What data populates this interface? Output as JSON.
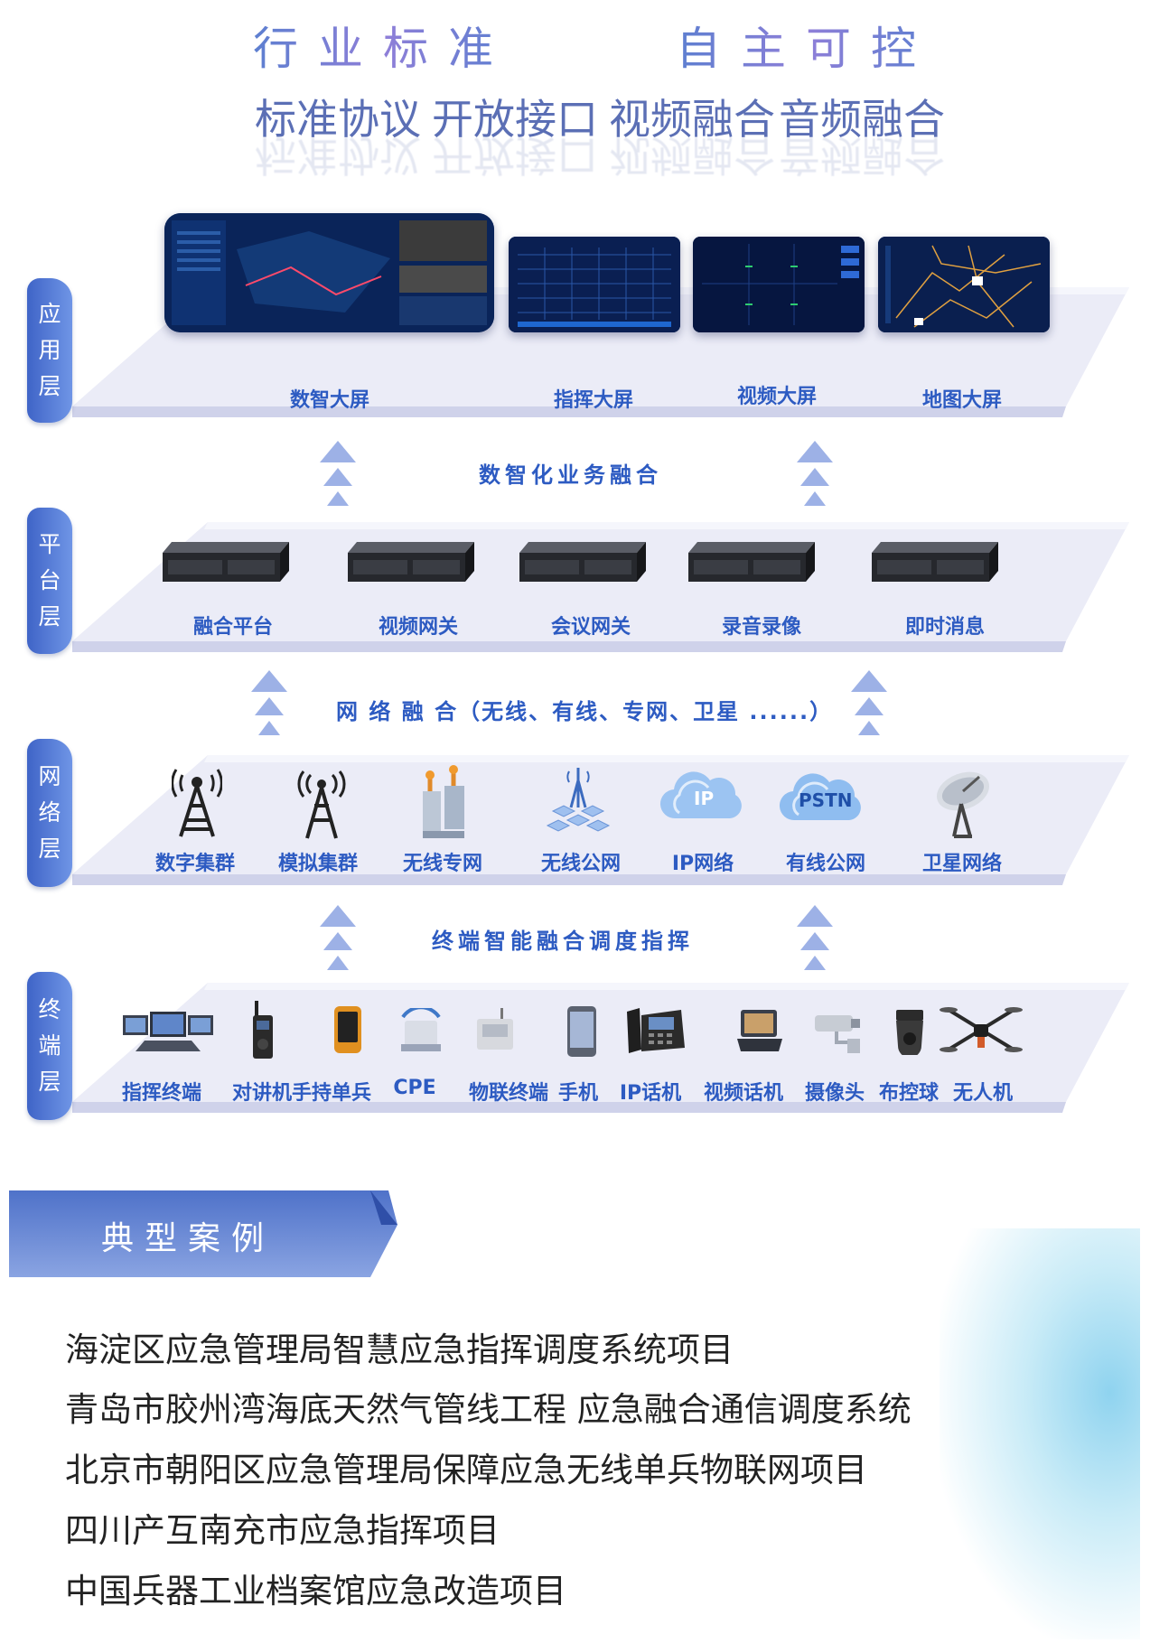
{
  "header": {
    "title_left": "行业标准",
    "title_right": "自主可控",
    "subtitles": [
      "标准协议",
      "开放接口",
      "视频融合",
      "音频融合"
    ]
  },
  "layers": {
    "application": {
      "tab": [
        "应",
        "用",
        "层"
      ],
      "items": [
        "数智大屏",
        "指挥大屏",
        "视频大屏",
        "地图大屏"
      ]
    },
    "platform": {
      "tab": [
        "平",
        "台",
        "层"
      ],
      "items": [
        "融合平台",
        "视频网关",
        "会议网关",
        "录音录像",
        "即时消息"
      ]
    },
    "network": {
      "tab": [
        "网",
        "络",
        "层"
      ],
      "items": [
        "数字集群",
        "模拟集群",
        "无线专网",
        "无线公网",
        "IP网络",
        "有线公网",
        "卫星网络"
      ],
      "cloud_labels": [
        "IP",
        "PSTN"
      ]
    },
    "terminal": {
      "tab": [
        "终",
        "端",
        "层"
      ],
      "items": [
        "指挥终端",
        "对讲机手持单兵",
        "CPE",
        "物联终端",
        "手机",
        "IP话机",
        "视频话机",
        "摄像头",
        "布控球",
        "无人机"
      ]
    }
  },
  "connectors": {
    "app_platform": "数智化业务融合",
    "platform_network": "网 络 融 合（无线、有线、专网、卫星 ......）",
    "network_terminal": "终端智能融合调度指挥"
  },
  "cases": {
    "title": "典型案例",
    "items": [
      "海淀区应急管理局智慧应急指挥调度系统项目",
      "青岛市胶州湾海底天然气管线工程 应急融合通信调度系统",
      "北京市朝阳区应急管理局保障应急无线单兵物联网项目",
      "四川产互南充市应急指挥项目",
      "中国兵器工业档案馆应急改造项目"
    ]
  },
  "colors": {
    "accent": "#2d5bc2",
    "tab": "#4a6fd0",
    "arrow": "#9db1e6",
    "platform": "#e8e9f6"
  }
}
